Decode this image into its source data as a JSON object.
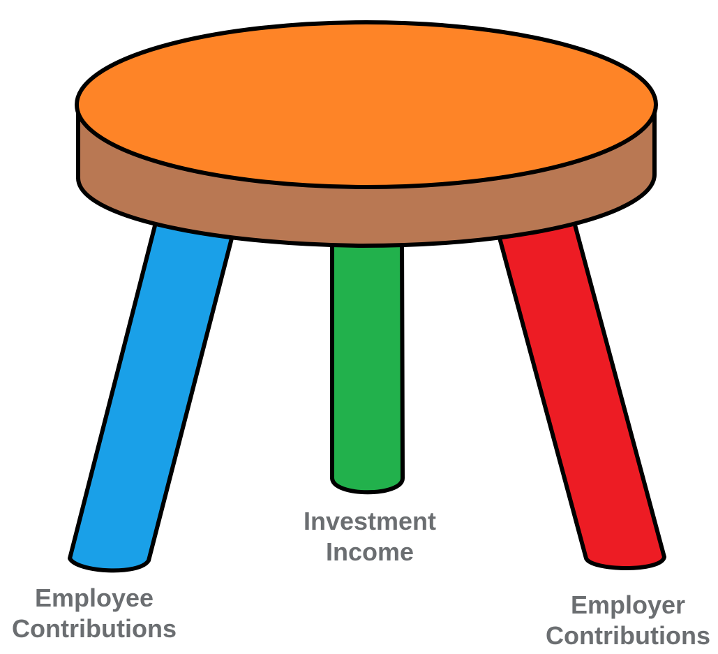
{
  "colors": {
    "seat_top": "#fe8427",
    "seat_side": "#b97853",
    "leg_employee": "#1aa0e8",
    "leg_investment": "#22b14c",
    "leg_employer": "#ed1c24",
    "outline": "#000000",
    "label_text": "#6b6e71",
    "background": "#ffffff"
  },
  "labels": {
    "investment": {
      "line1": "Investment",
      "line2": "Income"
    },
    "employee": {
      "line1": "Employee",
      "line2": "Contributions"
    },
    "employer": {
      "line1": "Employer",
      "line2": "Contributions"
    }
  }
}
